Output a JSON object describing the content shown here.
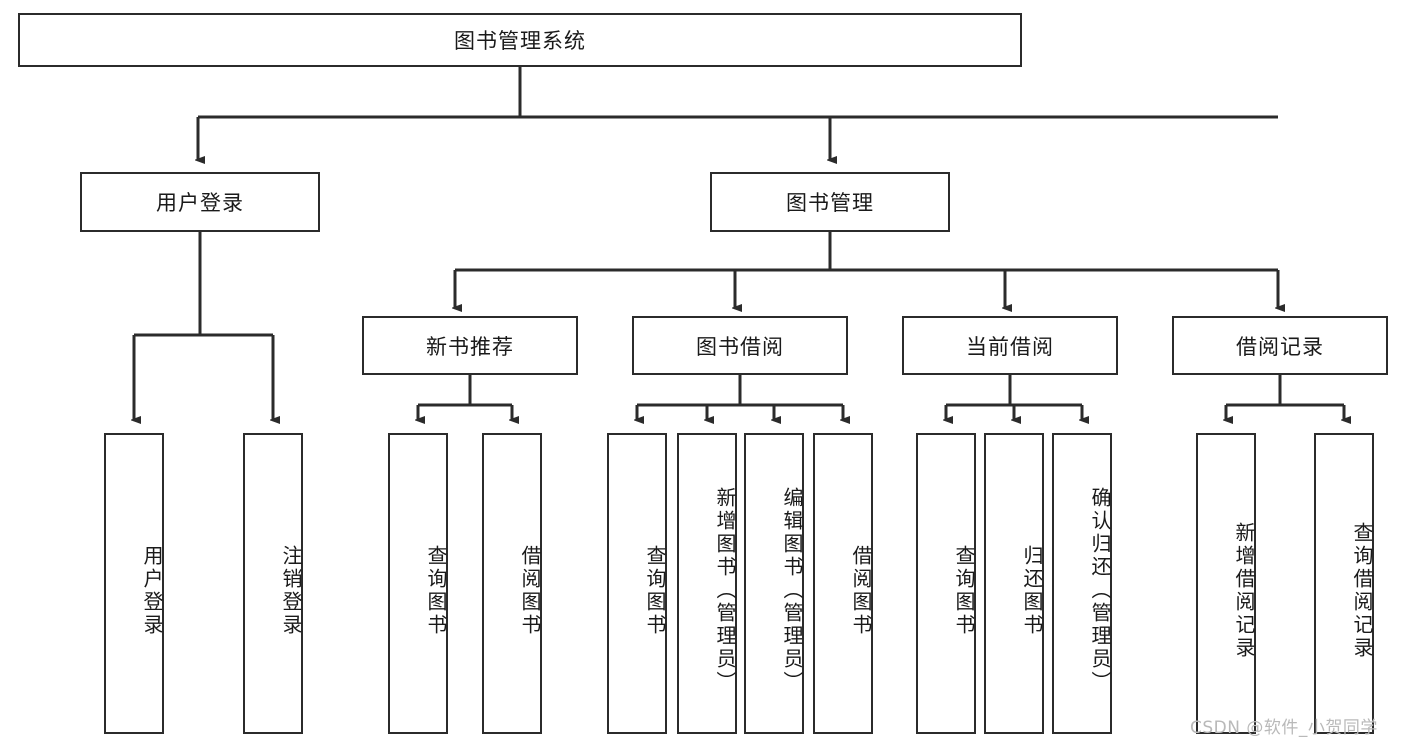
{
  "diagram": {
    "type": "hierarchy-tree",
    "title": "图书管理系统",
    "levels": 4,
    "nodes": {
      "root": {
        "label": "图书管理系统"
      },
      "l2_user_login": {
        "label": "用户登录"
      },
      "l2_book_mgmt": {
        "label": "图书管理"
      },
      "l3_new_book_rec": {
        "label": "新书推荐"
      },
      "l3_book_borrow": {
        "label": "图书借阅"
      },
      "l3_current_borrow": {
        "label": "当前借阅"
      },
      "l3_borrow_record": {
        "label": "借阅记录"
      },
      "l4_user_login": {
        "label": "用户登录"
      },
      "l4_logout": {
        "label": "注销登录"
      },
      "l4_query_book_a": {
        "label": "查询图书"
      },
      "l4_borrow_book_a": {
        "label": "借阅图书"
      },
      "l4_query_book_b": {
        "label": "查询图书"
      },
      "l4_add_book": {
        "label": "新增图书（管理员）"
      },
      "l4_edit_book": {
        "label": "编辑图书（管理员）"
      },
      "l4_borrow_book_b": {
        "label": "借阅图书"
      },
      "l4_query_book_c": {
        "label": "查询图书"
      },
      "l4_return_book": {
        "label": "归还图书"
      },
      "l4_confirm_return": {
        "label": "确认归还（管理员）"
      },
      "l4_add_record": {
        "label": "新增借阅记录"
      },
      "l4_query_record": {
        "label": "查询借阅记录"
      }
    },
    "edges": [
      {
        "from": "root",
        "to": "l2_user_login"
      },
      {
        "from": "root",
        "to": "l2_book_mgmt"
      },
      {
        "from": "l2_user_login",
        "to": "l4_user_login"
      },
      {
        "from": "l2_user_login",
        "to": "l4_logout"
      },
      {
        "from": "l2_book_mgmt",
        "to": "l3_new_book_rec"
      },
      {
        "from": "l2_book_mgmt",
        "to": "l3_book_borrow"
      },
      {
        "from": "l2_book_mgmt",
        "to": "l3_current_borrow"
      },
      {
        "from": "l2_book_mgmt",
        "to": "l3_borrow_record"
      },
      {
        "from": "l3_new_book_rec",
        "to": "l4_query_book_a"
      },
      {
        "from": "l3_new_book_rec",
        "to": "l4_borrow_book_a"
      },
      {
        "from": "l3_book_borrow",
        "to": "l4_query_book_b"
      },
      {
        "from": "l3_book_borrow",
        "to": "l4_add_book"
      },
      {
        "from": "l3_book_borrow",
        "to": "l4_edit_book"
      },
      {
        "from": "l3_book_borrow",
        "to": "l4_borrow_book_b"
      },
      {
        "from": "l3_current_borrow",
        "to": "l4_query_book_c"
      },
      {
        "from": "l3_current_borrow",
        "to": "l4_return_book"
      },
      {
        "from": "l3_current_borrow",
        "to": "l4_confirm_return"
      },
      {
        "from": "l3_borrow_record",
        "to": "l4_add_record"
      },
      {
        "from": "l3_borrow_record",
        "to": "l4_query_record"
      }
    ],
    "colors": {
      "box_border": "#2b2b2b",
      "box_fill": "#ffffff",
      "connector": "#2b2b2b",
      "text": "#1a1a1a",
      "watermark": "#b9b9b9",
      "background": "#ffffff"
    }
  },
  "watermark": {
    "text": "CSDN @软件_小贺同学"
  }
}
